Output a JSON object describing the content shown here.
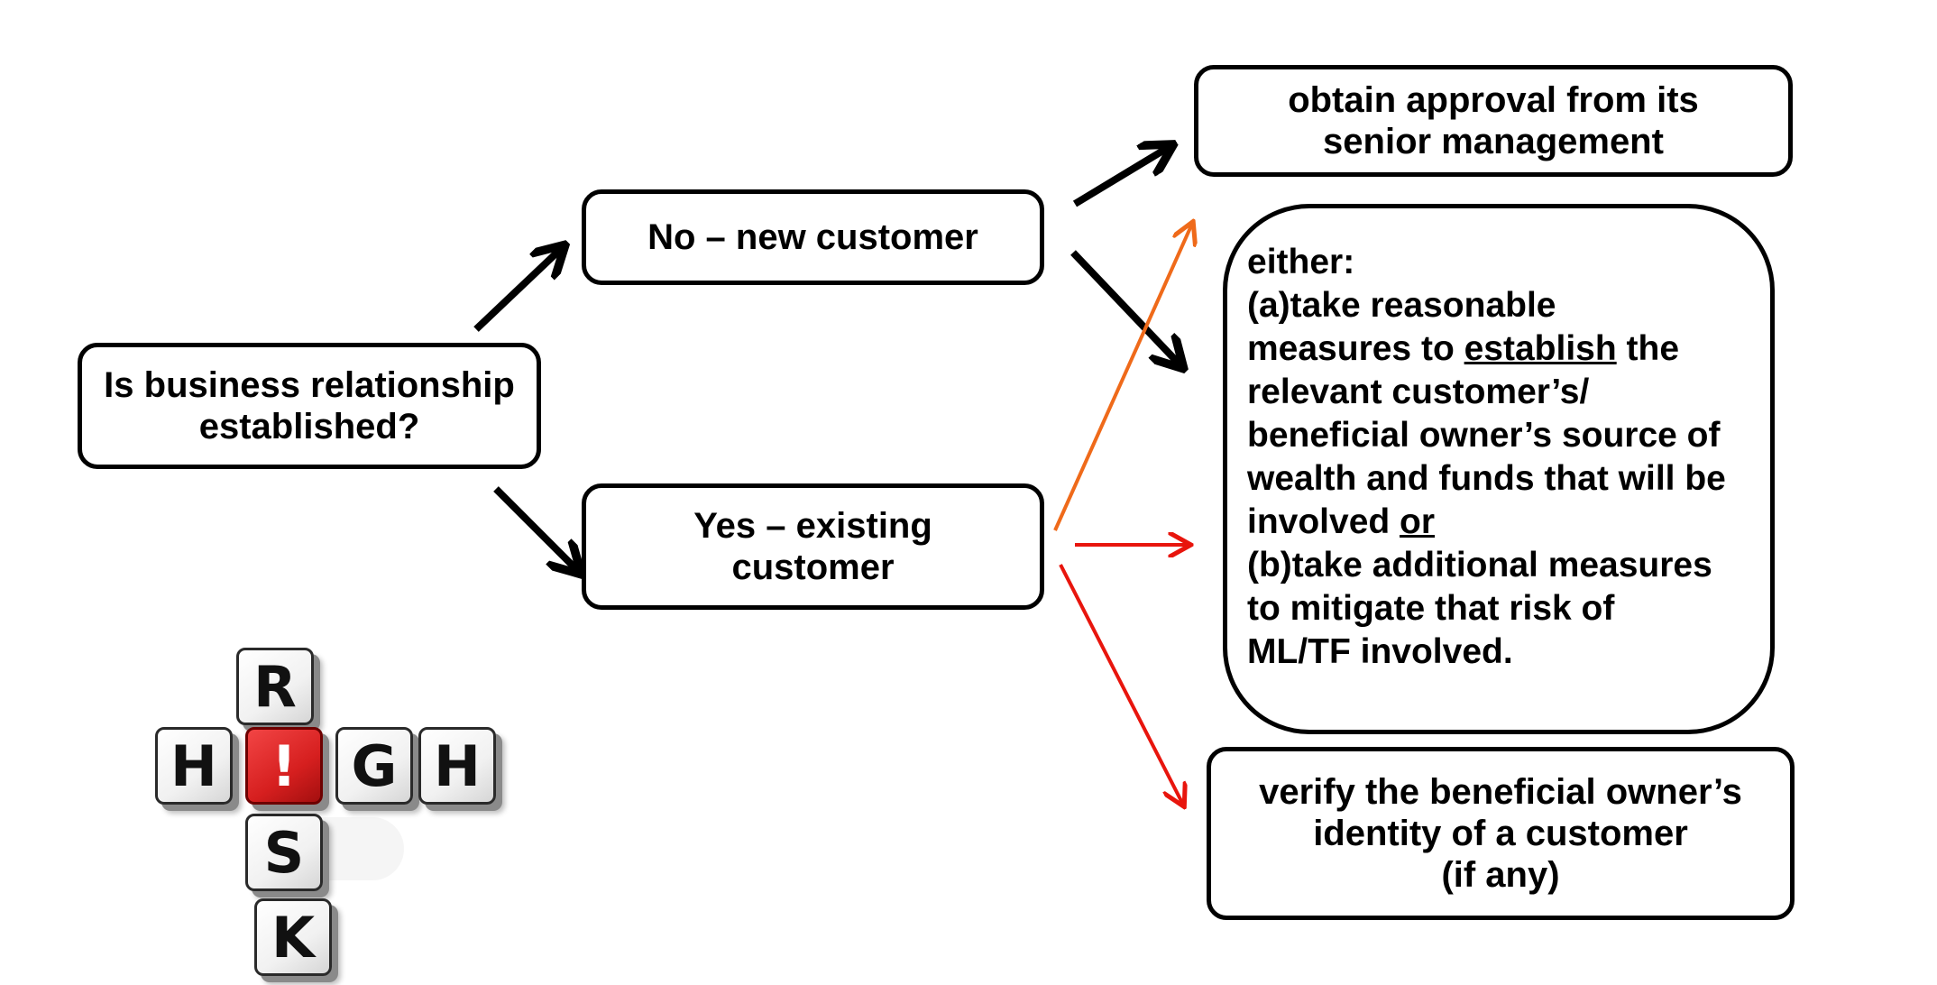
{
  "diagram": {
    "question": [
      "Is business relationship",
      "established?"
    ],
    "no_branch": [
      "No – new customer"
    ],
    "yes_branch": [
      "Yes – existing",
      "customer"
    ],
    "approval": [
      "obtain approval from its",
      "senior management"
    ],
    "either": {
      "l1": "either:",
      "l2": "(a)take reasonable",
      "l3_pre": "measures to ",
      "l3_u": "establish",
      "l3_post": " the",
      "l4": "relevant customer’s/",
      "l5": "beneficial owner’s source of",
      "l6": "wealth and funds that will be",
      "l7_pre": "involved ",
      "l7_u": "or",
      "l8": "(b)take additional measures",
      "l9": "to mitigate that risk of",
      "l10": "ML/TF involved."
    },
    "verify": [
      "verify the beneficial owner’s",
      "identity of a customer",
      "(if any)"
    ]
  },
  "risk_graphic": {
    "letters": [
      "R",
      "H",
      "!",
      "G",
      "H",
      "S",
      "K"
    ],
    "highlight_color": "#d61f1f"
  },
  "arrow_colors": {
    "black": "#000000",
    "orange": "#ef6a1a",
    "red": "#e8150d"
  }
}
